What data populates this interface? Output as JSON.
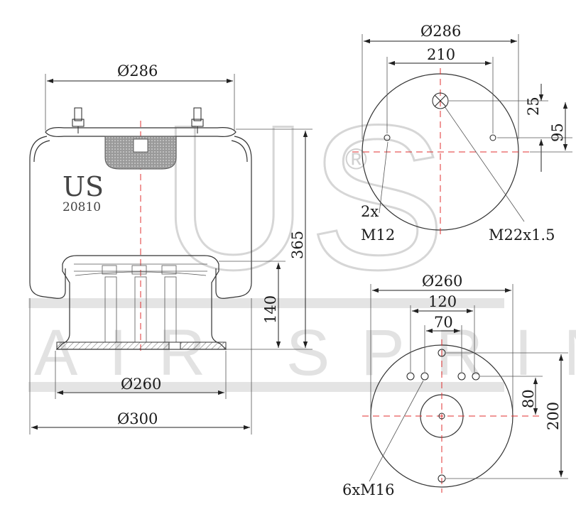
{
  "watermark": {
    "letters": "US",
    "registered": "®",
    "tagline": "AIR SPRING"
  },
  "brand": {
    "name": "US",
    "part_number": "20810"
  },
  "side_view": {
    "top_diameter": "Ø286",
    "height": "365",
    "piston_height": "140",
    "piston_diameter": "Ø260",
    "base_diameter": "Ø300"
  },
  "top_view": {
    "outer_diameter": "Ø286",
    "stud_spacing": "210",
    "offset_small": "25",
    "offset_large": "95",
    "stud_qty": "2x",
    "stud_thread": "M12",
    "air_fitting": "M22x1.5"
  },
  "bottom_view": {
    "outer_diameter": "Ø260",
    "spacing_outer": "120",
    "spacing_inner": "70",
    "offset_small": "80",
    "offset_large": "200",
    "hole_spec": "6xM16"
  }
}
